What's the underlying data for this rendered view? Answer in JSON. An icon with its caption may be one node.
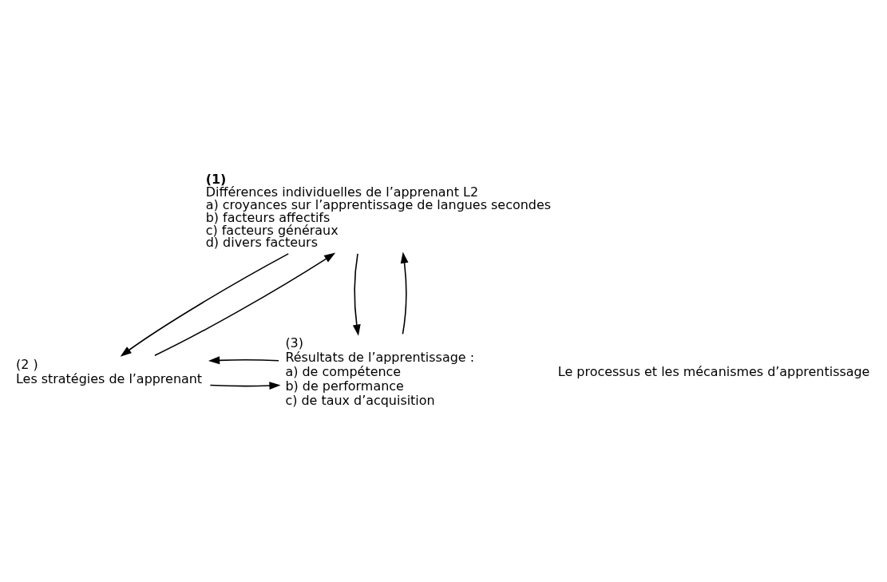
{
  "diagram": {
    "nodes": [
      {
        "text": [
          "(1)",
          "Différences individuelles de l’apprenant L2",
          "a) croyances sur l’apprentissage de langues secondes",
          "b) facteurs affectifs",
          "c) facteurs généraux",
          "d) divers facteurs"
        ]
      },
      {
        "text": [
          "(2 )",
          "Les stratégies de l’apprenant"
        ]
      },
      {
        "text": [
          "(3)",
          "Résultats de l’apprentissage :",
          "a) de compétence",
          "b) de performance",
          "c) de taux d’acquisition"
        ]
      }
    ],
    "edges": [
      {
        "from": 1,
        "to": 0,
        "arrow": "to"
      },
      {
        "from": 0,
        "to": 1,
        "arrow": "to"
      },
      {
        "from": 0,
        "to": 2,
        "arrow": "to"
      },
      {
        "from": 2,
        "to": 0,
        "arrow": "to"
      },
      {
        "from": 1,
        "to": 2,
        "arrow": "to"
      },
      {
        "from": 2,
        "to": 1,
        "arrow": "to"
      }
    ],
    "labels": [
      "Le processus et les mécanismes d’apprentissage"
    ]
  }
}
